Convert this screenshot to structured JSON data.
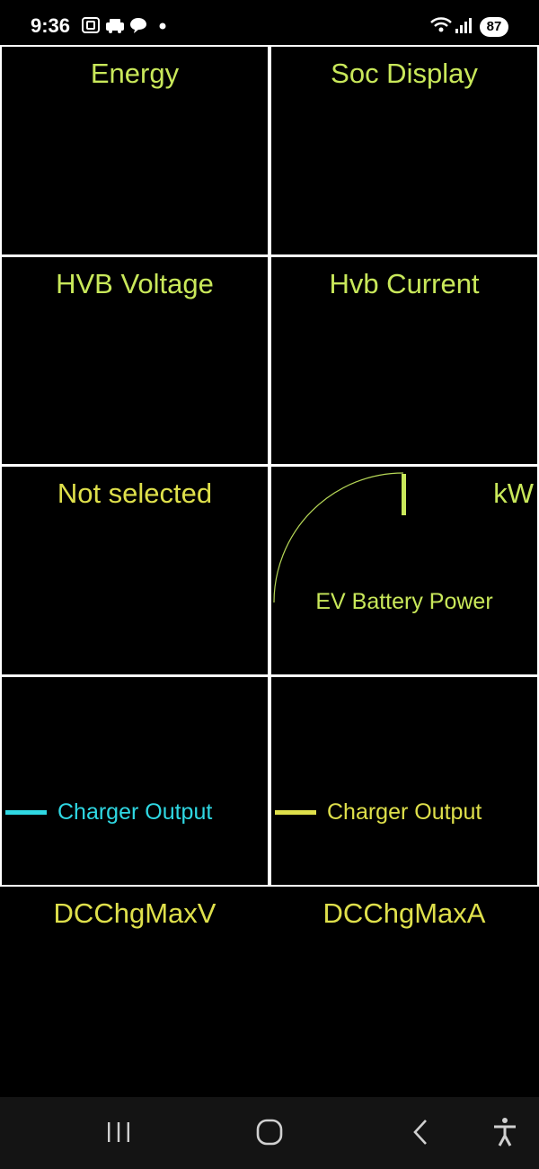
{
  "status_bar": {
    "time": "9:36",
    "battery": "87",
    "icons": [
      "screenshot-icon",
      "car-icon",
      "chat-icon",
      "dot-icon",
      "wifi-icon",
      "signal-icon"
    ]
  },
  "tiles": [
    {
      "title": "Energy",
      "color": "#c9e85a"
    },
    {
      "title": "Soc Display",
      "color": "#c9e85a"
    },
    {
      "title": "HVB Voltage",
      "color": "#c9e85a"
    },
    {
      "title": "Hvb Current",
      "color": "#c9e85a"
    },
    {
      "title": "Not selected",
      "color": "#dfe04b"
    },
    {
      "gauge_unit": "kW",
      "gauge_label": "EV Battery Power",
      "color": "#c9e85a"
    },
    {
      "legend_label": "Charger Output",
      "legend_color": "#2fd8e3"
    },
    {
      "legend_label": "Charger Output",
      "legend_color": "#dfe04b"
    }
  ],
  "bottom": {
    "left_title": "DCChgMaxV",
    "right_title": "DCChgMaxA"
  },
  "nav": {
    "icons": [
      "recent-apps-icon",
      "home-icon",
      "back-icon",
      "accessibility-icon"
    ]
  }
}
